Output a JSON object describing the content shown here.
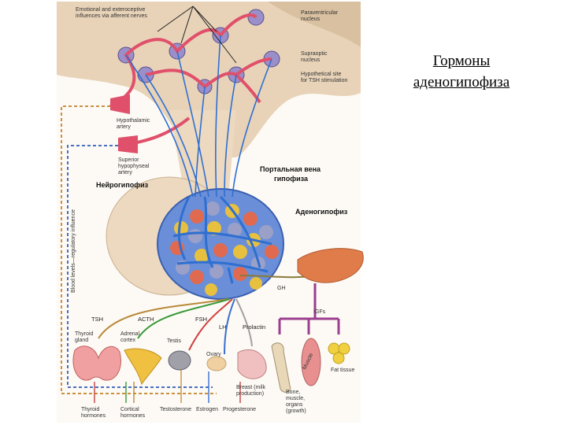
{
  "title": {
    "line1": "Гормоны",
    "line2": "аденогипофиза"
  },
  "labels": {
    "emotional": [
      "Emotional and exteroceptive",
      "influences via afferent nerves"
    ],
    "paraventricular": [
      "Paraventricular",
      "nucleus"
    ],
    "supraoptic": [
      "Supraoptic",
      "nucleus"
    ],
    "hypothetical": [
      "Hypothetical site",
      "for TSH stimulation"
    ],
    "hypothalamic_artery": [
      "Hypothalamic",
      "artery"
    ],
    "superior_artery": [
      "Superior",
      "hypophyseal",
      "artery"
    ],
    "portal_vein": [
      "Портальная вена",
      "гипофиза"
    ],
    "neurohypophysis": "Нейрогипофиз",
    "adenohypophysis": "Аденогипофиз",
    "blood_levels": "Blood levels—regulatory influence",
    "gh": "GH",
    "igfs": "IGFs",
    "tsh": "TSH",
    "acth": "ACTH",
    "fsh": "FSH",
    "lh": "LH",
    "prolactin": "Prolactin",
    "thyroid_gland": [
      "Thyroid",
      "gland"
    ],
    "adrenal_cortex": [
      "Adrenal",
      "cortex"
    ],
    "testis": "Testis",
    "ovary": "Ovary",
    "breast": [
      "Breast (milk",
      "production)"
    ],
    "muscle": "Muscle",
    "fat_tissue": "Fat tissue",
    "bone": [
      "Bone,",
      "muscle,",
      "organs",
      "(growth)"
    ],
    "thyroid_hormones": [
      "Thyroid",
      "hormones"
    ],
    "cortical_hormones": [
      "Cortical",
      "hormones"
    ],
    "testosterone": "Testosterone",
    "estrogen": "Estrogen",
    "progesterone": "Progesterone"
  },
  "colors": {
    "artery": "#e0506a",
    "vein": "#2f6fd0",
    "tissue": "#e8d3b8",
    "liver": "#e07c4a",
    "igf": "#9b3f8e",
    "tsh_line": "#b98a3a",
    "acth_line": "#3a9a3a",
    "fsh_line": "#d04040",
    "lh_line": "#3a6fd0",
    "prolactin_line": "#a0a0a0"
  }
}
